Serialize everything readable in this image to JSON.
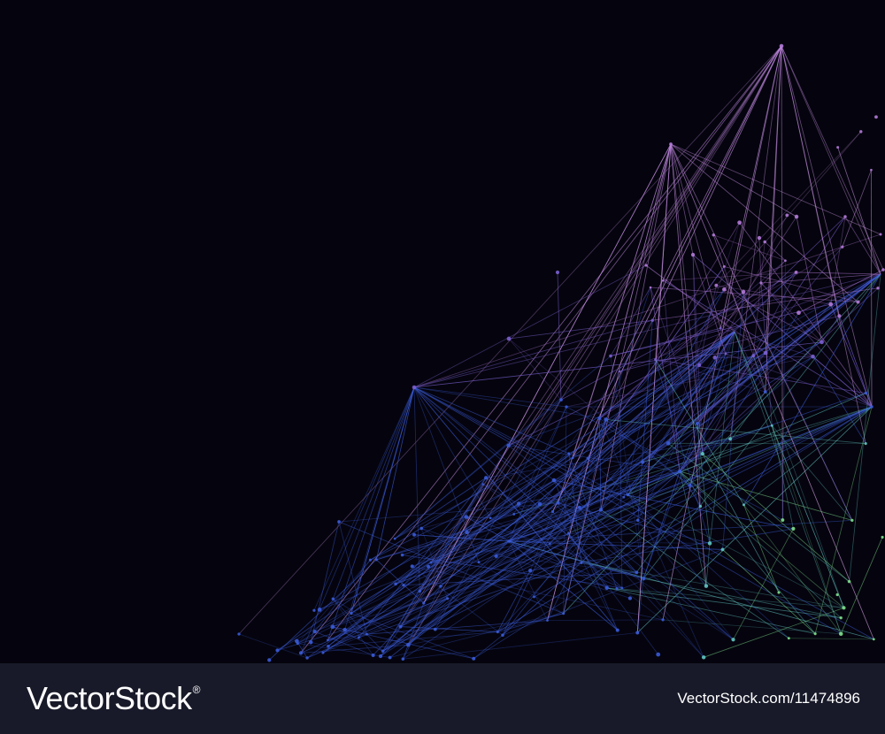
{
  "image": {
    "subject": "abstract-network-mesh",
    "background_color": "#05040e",
    "palette": [
      "#3a5bd8",
      "#7a5fd0",
      "#b27ad8",
      "#5fc4c0",
      "#7ee08c"
    ],
    "footer_color": "#181a29"
  },
  "footer": {
    "brand": "VectorStock",
    "brand_mark": "®",
    "image_id": "VectorStock.com/11474896"
  }
}
